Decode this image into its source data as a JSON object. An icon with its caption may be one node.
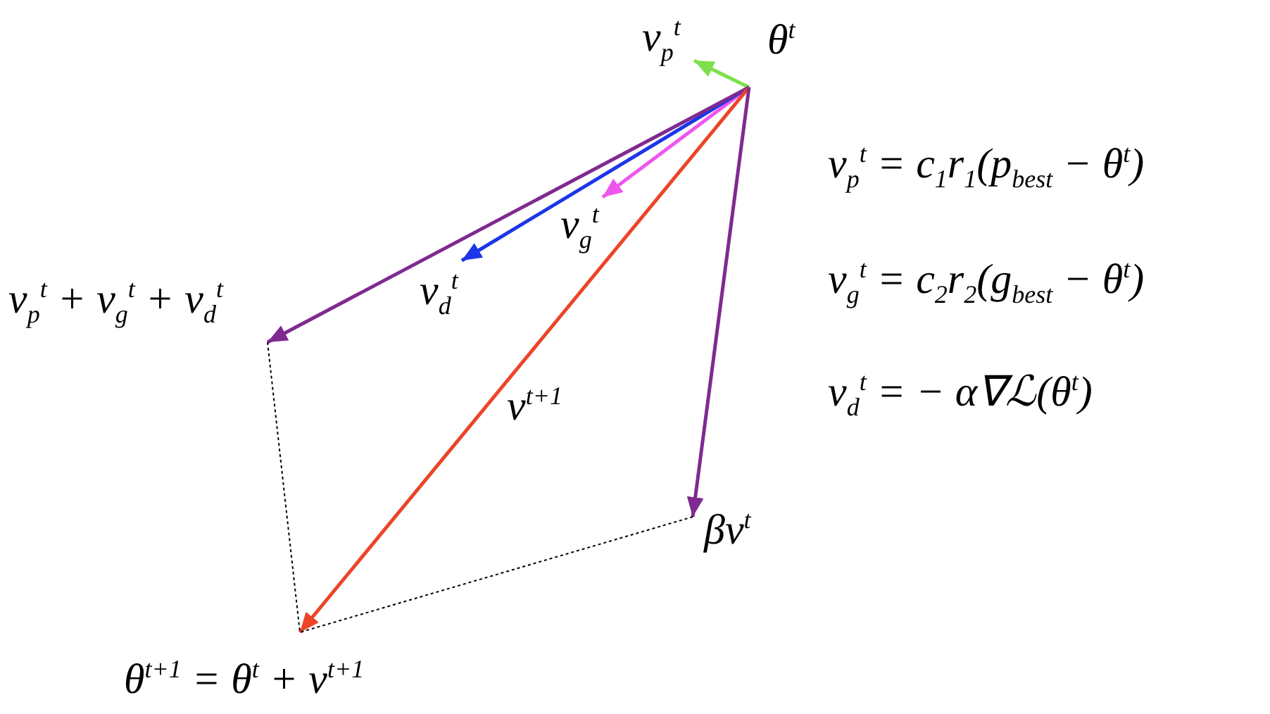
{
  "diagram": {
    "nodes": [
      {
        "text": [
          "θ$^{t}$"
        ]
      },
      {
        "text": [
          "v$_{p}$$^{t}$"
        ]
      },
      {
        "text": [
          "v$_{g}$$^{t}$"
        ]
      },
      {
        "text": [
          "v$_{d}$$^{t}$"
        ]
      },
      {
        "text": [
          "v$_{p}$$^{t}$ + v$_{g}$$^{t}$ + v$_{d}$$^{t}$"
        ]
      },
      {
        "text": [
          "βv$^{t}$"
        ]
      },
      {
        "text": [
          "θ$^{t+1}$ = θ$^{t}$ + v$^{t+1}$"
        ]
      }
    ],
    "edges": [
      {
        "from": 0,
        "to": 1,
        "arrow": "to",
        "color": "#7ee04a"
      },
      {
        "from": 0,
        "to": 2,
        "arrow": "to",
        "color": "#ee55ee"
      },
      {
        "from": 0,
        "to": 3,
        "arrow": "to",
        "color": "#1c36e8"
      },
      {
        "from": 0,
        "to": 4,
        "arrow": "to",
        "color": "#7f2a90"
      },
      {
        "from": 0,
        "to": 6,
        "arrow": "to",
        "label": "v$^{t+1}$",
        "color": "#ec4428"
      },
      {
        "from": 0,
        "to": 5,
        "arrow": "to",
        "color": "#7f2a90"
      },
      {
        "from": 4,
        "to": 6,
        "arrow": "none",
        "style": "dashed",
        "color": "#000000"
      },
      {
        "from": 5,
        "to": 6,
        "arrow": "none",
        "style": "dashed",
        "color": "#000000"
      }
    ],
    "labels": [
      "v$_{p}$$^{t}$ = c$_{1}$r$_{1}$(p$_{best}$ − θ$^{t}$)",
      "v$_{g}$$^{t}$ = c$_{2}$r$_{2}$(g$_{best}$ − θ$^{t}$)",
      "v$_{d}$$^{t}$ = − α∇ℒ(θ$^{t}$)"
    ]
  }
}
